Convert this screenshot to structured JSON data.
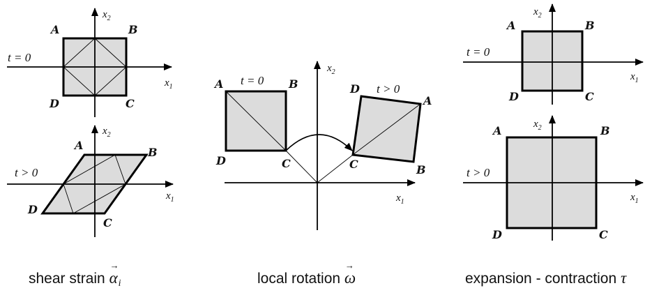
{
  "panels": {
    "shear": {
      "caption_text": "shear strain",
      "symbol": "α",
      "symbol_sub": "i",
      "top": {
        "time": "t = 0",
        "A": "A",
        "B": "B",
        "C": "C",
        "D": "D",
        "x1": "x",
        "x1_sub": "1",
        "x2": "x",
        "x2_sub": "2"
      },
      "bottom": {
        "time": "t > 0",
        "A": "A",
        "B": "B",
        "C": "C",
        "D": "D",
        "x1": "x",
        "x1_sub": "1",
        "x2": "x",
        "x2_sub": "2"
      }
    },
    "rotation": {
      "caption_text": "local rotation",
      "symbol": "ω",
      "left_time": "t = 0",
      "right_time": "t > 0",
      "left": {
        "A": "A",
        "B": "B",
        "C": "C",
        "D": "D"
      },
      "right": {
        "A": "A",
        "B": "B",
        "C": "C",
        "D": "D"
      },
      "x1": "x",
      "x1_sub": "1",
      "x2": "x",
      "x2_sub": "2"
    },
    "expansion": {
      "caption_text": "expansion - contraction",
      "symbol": "τ",
      "top": {
        "time": "t = 0",
        "A": "A",
        "B": "B",
        "C": "C",
        "D": "D",
        "x1": "x",
        "x1_sub": "1",
        "x2": "x",
        "x2_sub": "2"
      },
      "bottom": {
        "time": "t > 0",
        "A": "A",
        "B": "B",
        "C": "C",
        "D": "D",
        "x1": "x",
        "x1_sub": "1",
        "x2": "x",
        "x2_sub": "2"
      }
    }
  },
  "colors": {
    "fill": "#dcdcdc",
    "stroke": "#000000"
  }
}
